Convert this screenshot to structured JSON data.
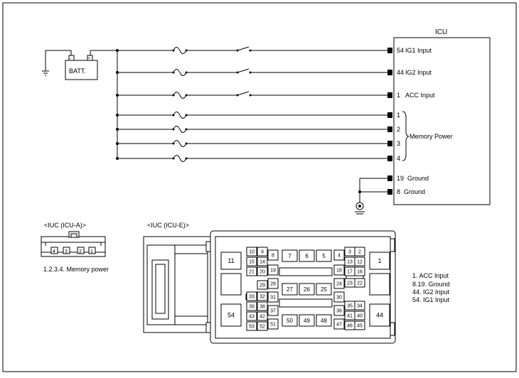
{
  "icu": {
    "title": "ICU",
    "pins": [
      {
        "no": "54",
        "label": "IG1 Input",
        "type": "switch"
      },
      {
        "no": "44",
        "label": "IG2 Input",
        "type": "switch"
      },
      {
        "no": "1",
        "label": "ACC Input",
        "type": "switch"
      },
      {
        "no": "1",
        "label": "",
        "type": "fuse"
      },
      {
        "no": "2",
        "label": "",
        "type": "fuse"
      },
      {
        "no": "3",
        "label": "",
        "type": "fuse"
      },
      {
        "no": "4",
        "label": "",
        "type": "fuse"
      }
    ],
    "memory_power_label": "Memory Power",
    "ground_pins": [
      {
        "no": "19",
        "label": "Ground"
      },
      {
        "no": "8",
        "label": "Ground"
      }
    ]
  },
  "battery": {
    "label": "BATT.",
    "neg": "-",
    "pos": "+"
  },
  "connector_a": {
    "title": "<IUC (ICU-A)>",
    "pins": [
      "4",
      "3",
      "2",
      "1"
    ],
    "caption": "1.2.3.4. Memory power"
  },
  "connector_e": {
    "title": "<IUC (ICU-E)>",
    "notes": [
      "1. ACC Input",
      "8.19. Ground",
      "44. IG2 Input",
      "54. IG1 Input"
    ]
  }
}
